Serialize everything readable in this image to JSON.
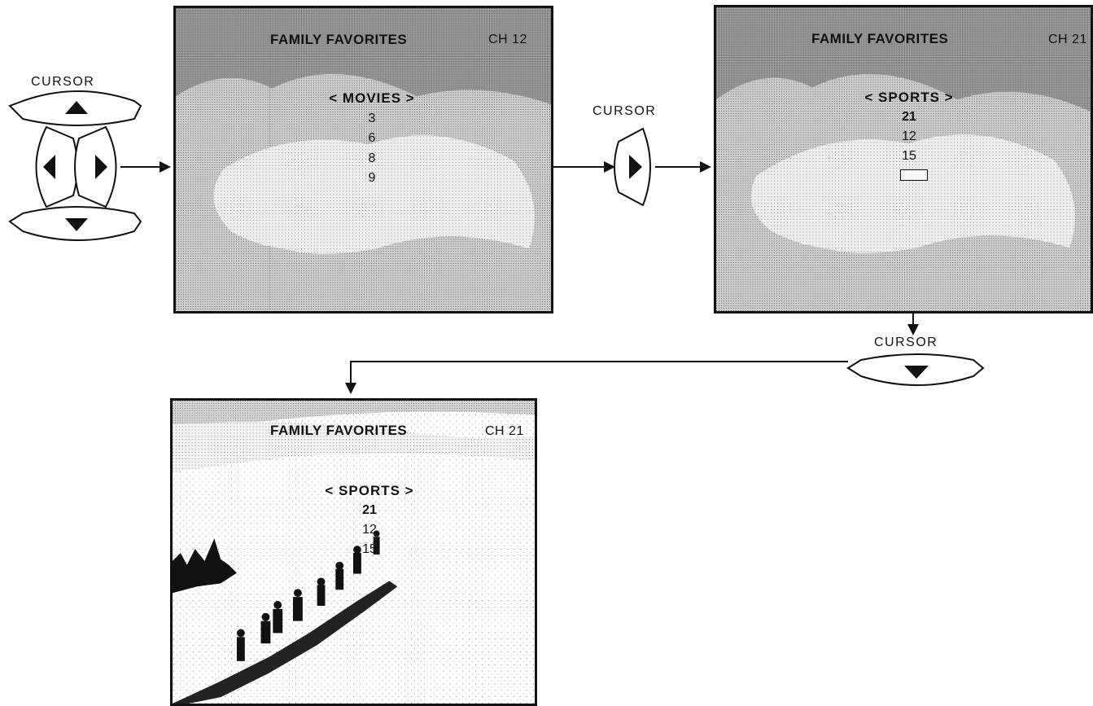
{
  "labels": {
    "cursor_left": "CURSOR",
    "cursor_mid": "CURSOR",
    "cursor_bottom": "CURSOR"
  },
  "icons": {
    "up": "triangle-up-icon",
    "down": "triangle-down-icon",
    "left": "triangle-left-icon",
    "right": "triangle-right-icon"
  },
  "screens": {
    "one": {
      "title": "FAMILY FAVORITES",
      "channel": "CH 12",
      "category": "< MOVIES >",
      "items": [
        "3",
        "6",
        "8",
        "9"
      ]
    },
    "two": {
      "title": "FAMILY FAVORITES",
      "channel": "CH 21",
      "category": "< SPORTS >",
      "items": [
        "21",
        "12",
        "15"
      ]
    },
    "three": {
      "title": "FAMILY FAVORITES",
      "channel": "CH 21",
      "category": "< SPORTS >",
      "items": [
        "21",
        "12",
        "15"
      ]
    }
  }
}
